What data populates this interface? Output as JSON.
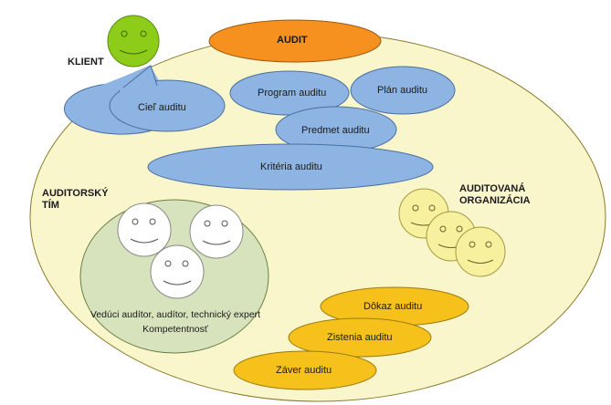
{
  "diagram": {
    "audit": "AUDIT",
    "client": "KLIENT",
    "audit_team": "AUDITORSKÝ TÍM",
    "audited_org": "AUDITOVANÁ ORGANIZÁCIA",
    "bubbles": {
      "ciel": "Cieľ auditu",
      "program": "Program auditu",
      "plan": "Plán auditu",
      "predmet": "Predmet auditu",
      "kriteria": "Kritéria auditu",
      "dokaz": "Dôkaz auditu",
      "zistenia": "Zistenia auditu",
      "zaver": "Záver auditu"
    },
    "team_roles": "Vedúci audítor,  audítor, technický expert",
    "team_competence": "Kompetentnosť"
  },
  "colors": {
    "outer_fill": "#FAF6CC",
    "blue_bubble": "#8DB4E2",
    "audit_orange": "#F6901E",
    "gold_bubble": "#F7C11C",
    "team_green": "#D7E3BC",
    "client_face": "#8DCC19",
    "org_face": "#F6F09F",
    "team_face": "#FFFFFF"
  }
}
